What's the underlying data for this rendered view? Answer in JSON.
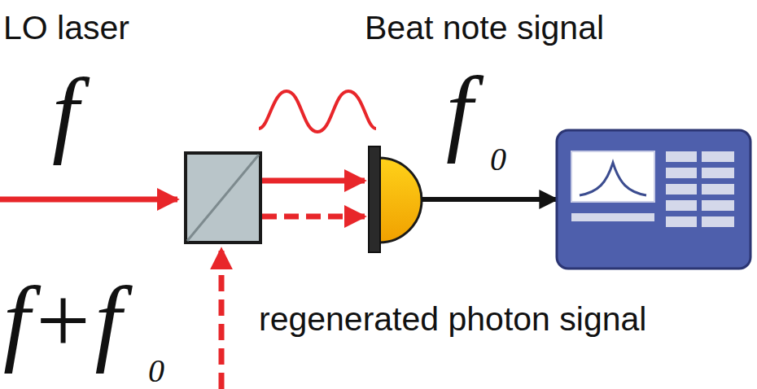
{
  "diagram": {
    "labels": [
      "LO laser",
      "Beat note signal",
      "f",
      "f",
      "0",
      "f+f",
      "0",
      "regenerated photon signal"
    ]
  }
}
